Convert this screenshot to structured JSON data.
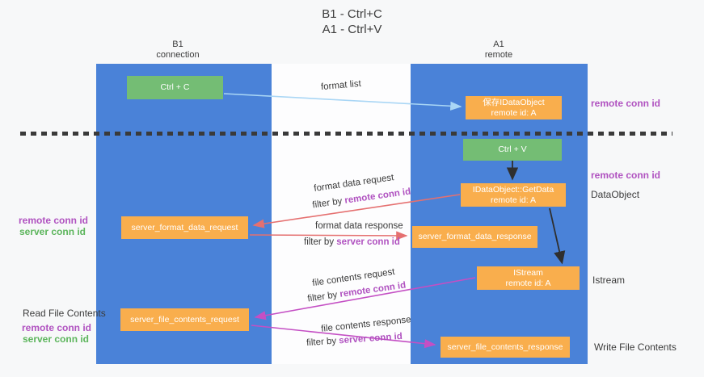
{
  "title": {
    "line1": "B1 - Ctrl+C",
    "line2": "A1 - Ctrl+V"
  },
  "columns": {
    "left": {
      "title": "B1",
      "subtitle": "connection"
    },
    "right": {
      "title": "A1",
      "subtitle": "remote"
    }
  },
  "nodes": {
    "ctrl_c": {
      "label": "Ctrl + C"
    },
    "save_obj": {
      "line1": "保存IDataObject",
      "line2": "remote id: A"
    },
    "ctrl_v": {
      "label": "Ctrl + V"
    },
    "getdata": {
      "line1": "IDataObject::GetData",
      "line2": "remote id: A"
    },
    "format_request": {
      "label": "server_format_data_request"
    },
    "format_response": {
      "label": "server_format_data_response"
    },
    "istream": {
      "line1": "IStream",
      "line2": "remote id: A"
    },
    "file_request": {
      "label": "server_file_contents_request"
    },
    "file_response": {
      "label": "server_file_contents_response"
    }
  },
  "flows": {
    "format_list": {
      "label": "format list"
    },
    "format_data_request": {
      "label": "format data request",
      "filter_prefix": "filter by",
      "filter_key": "remote conn id"
    },
    "format_data_response": {
      "label": "format data response",
      "filter_prefix": "filter by",
      "filter_key": "server conn id"
    },
    "file_contents_request": {
      "label": "file contents request",
      "filter_prefix": "filter by",
      "filter_key": "remote conn id"
    },
    "file_contents_response": {
      "label": "file contents response",
      "filter_prefix": "filter by",
      "filter_key": "server conn id"
    }
  },
  "annotations": {
    "remote_conn_id_top": "remote conn id",
    "remote_conn_id_mid": "remote conn id",
    "dataobject": "DataObject",
    "istream": "Istream",
    "write_file_contents": "Write File Contents",
    "read_file_contents": "Read File Contents",
    "left_pair_1": {
      "remote": "remote conn id",
      "server": "server conn id"
    },
    "left_pair_2": {
      "remote": "remote conn id",
      "server": "server conn id"
    }
  },
  "colors": {
    "background": "#f7f8f9",
    "lane_blue": "#4a82d8",
    "box_green": "#74bd74",
    "box_orange": "#f9ae4d",
    "label_purple": "#b052c0",
    "label_green": "#5cb55c",
    "arrow_light_blue": "#a9d6f5",
    "arrow_salmon": "#e57070",
    "arrow_magenta": "#c44fc4",
    "arrow_black": "#2f2f2f",
    "dashed_line": "#3a3a3a"
  }
}
